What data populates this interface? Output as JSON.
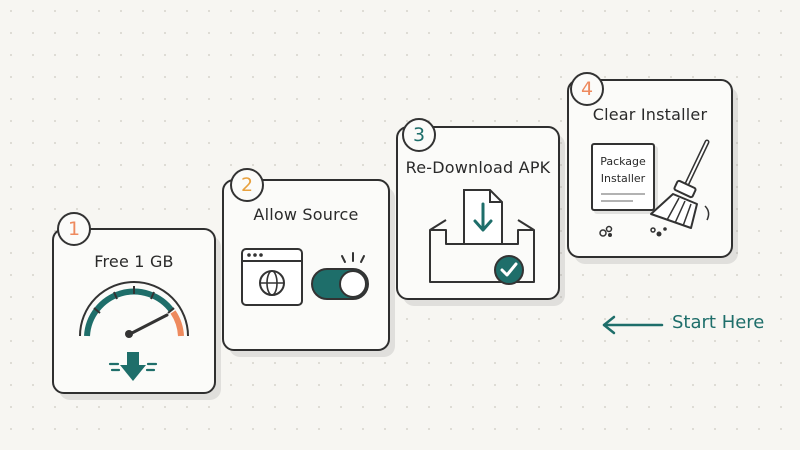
{
  "steps": [
    {
      "number": "1",
      "title": "Free 1 GB",
      "icon": "speedometer-gauge-icon",
      "number_color": "#ee8a5e"
    },
    {
      "number": "2",
      "title": "Allow Source",
      "icon": "browser-globe-toggle-icon",
      "number_color": "#e8a13e"
    },
    {
      "number": "3",
      "title": "Re-Download APK",
      "icon": "download-tray-check-icon",
      "number_color": "#1e6e6a"
    },
    {
      "number": "4",
      "title": "Clear Installer",
      "icon": "broom-sweep-icon",
      "number_color": "#ee8a5e"
    }
  ],
  "package_installer": {
    "line1": "Package",
    "line2": "Installer"
  },
  "start_here": {
    "label": "Start Here",
    "arrow_icon": "arrow-left-icon"
  },
  "colors": {
    "teal": "#1e6e6a",
    "orange": "#ee8a5e",
    "amber": "#e8a13e",
    "ink": "#2f2f2f"
  }
}
